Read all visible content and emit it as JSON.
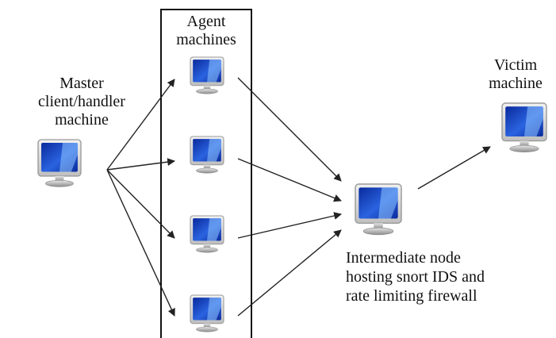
{
  "labels": {
    "master": [
      "Master",
      "client/handler",
      "machine"
    ],
    "agents": [
      "Agent",
      "machines"
    ],
    "victim": [
      "Victim",
      "machine"
    ],
    "intermediate": [
      "Intermediate node",
      "hosting snort IDS and",
      "rate limiting  firewall"
    ]
  },
  "icons": {
    "master": "computer-monitor-icon",
    "agent": "computer-monitor-icon",
    "intermediate": "computer-monitor-icon",
    "victim": "computer-monitor-icon"
  },
  "colors": {
    "line": "#222222",
    "screen_dark": "#0a2a9c",
    "screen_light": "#5aa8ff",
    "bezel": "#d8d8d8",
    "stand": "#9a9a9a"
  }
}
